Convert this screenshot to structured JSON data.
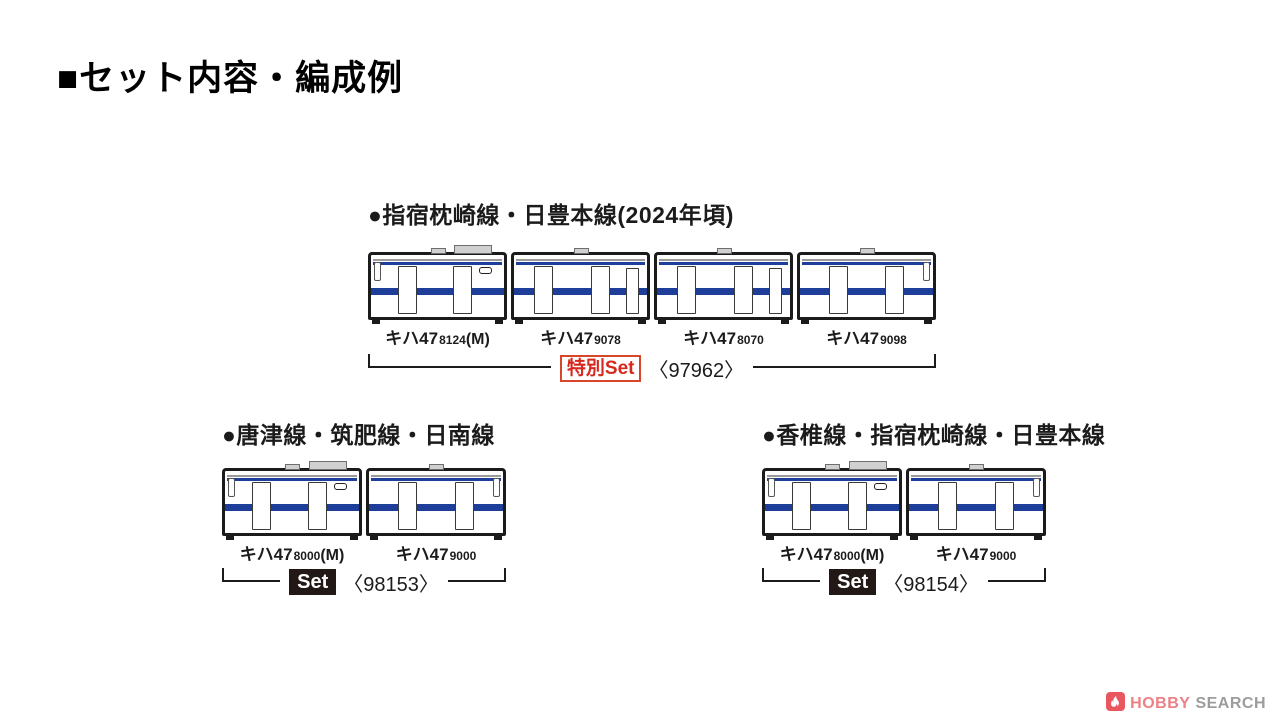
{
  "page": {
    "title": "■セット内容・編成例",
    "background": "#ffffff"
  },
  "colors": {
    "stripe_blue": "#1d3f99",
    "outline_black": "#1b1b1b",
    "special_red": "#d7281e",
    "special_border": "#d7452a",
    "set_box_black": "#221815",
    "logo_red": "#ed8084",
    "logo_icon_red": "#e9565e",
    "logo_gray": "#9c9c9c"
  },
  "formations": [
    {
      "heading": "●指宿枕崎線・日豊本線(2024年頃)",
      "cars": [
        {
          "name": "キハ47",
          "number": "8124",
          "suffix": "(M)"
        },
        {
          "name": "キハ47",
          "number": "9078",
          "suffix": ""
        },
        {
          "name": "キハ47",
          "number": "8070",
          "suffix": ""
        },
        {
          "name": "キハ47",
          "number": "9098",
          "suffix": ""
        }
      ],
      "set_label": "特別Set",
      "set_label_style": "red-outline",
      "set_number": "〈97962〉"
    },
    {
      "heading": "●唐津線・筑肥線・日南線",
      "cars": [
        {
          "name": "キハ47",
          "number": "8000",
          "suffix": "(M)"
        },
        {
          "name": "キハ47",
          "number": "9000",
          "suffix": ""
        }
      ],
      "set_label": "Set",
      "set_label_style": "black-box",
      "set_number": "〈98153〉"
    },
    {
      "heading": "●香椎線・指宿枕崎線・日豊本線",
      "cars": [
        {
          "name": "キハ47",
          "number": "8000",
          "suffix": "(M)"
        },
        {
          "name": "キハ47",
          "number": "9000",
          "suffix": ""
        }
      ],
      "set_label": "Set",
      "set_label_style": "black-box",
      "set_number": "〈98154〉"
    }
  ],
  "logo": {
    "hobby": "HOBBY",
    "search": "SEARCH",
    "icon": "flame-icon"
  }
}
